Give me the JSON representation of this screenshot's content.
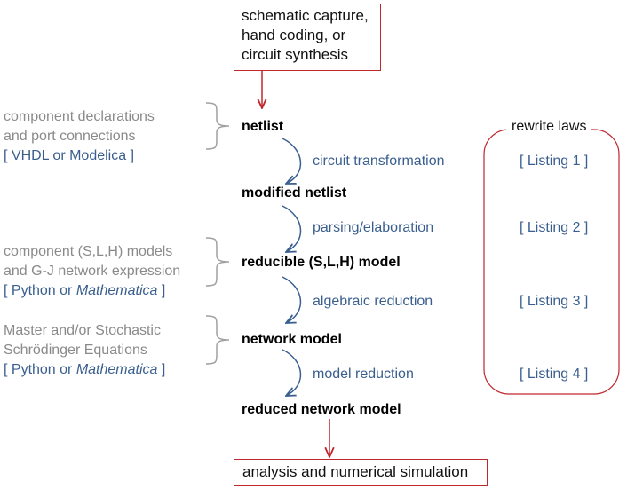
{
  "input_box": {
    "line1": "schematic capture,",
    "line2": "hand coding, or",
    "line3": "circuit synthesis"
  },
  "output_box": {
    "label": "analysis and numerical simulation"
  },
  "nodes": {
    "netlist": "netlist",
    "modified_netlist": "modified netlist",
    "reducible_model": "reducible (S,L,H) model",
    "network_model": "network model",
    "reduced_network_model": "reduced network model"
  },
  "steps": {
    "circuit_transformation": "circuit transformation",
    "parsing_elaboration": "parsing/elaboration",
    "algebraic_reduction": "algebraic reduction",
    "model_reduction": "model reduction"
  },
  "rewrite_laws": {
    "title": "rewrite laws",
    "listing1": "[ Listing 1 ]",
    "listing2": "[ Listing 2 ]",
    "listing3": "[ Listing 3 ]",
    "listing4": "[ Listing 4 ]"
  },
  "annotations": {
    "a1": {
      "line1": "component declarations",
      "line2": "and port connections",
      "lang": "[ VHDL or Modelica ]"
    },
    "a2": {
      "line1": "component (S,L,H) models",
      "line2": "and G-J network expression",
      "lang_prefix": "[ Python or ",
      "lang_italic": "Mathematica",
      "lang_suffix": " ]"
    },
    "a3": {
      "line1": "Master and/or Stochastic",
      "line2": "Schrödinger Equations",
      "lang_prefix": "[ Python or ",
      "lang_italic": "Mathematica",
      "lang_suffix": " ]"
    }
  },
  "colors": {
    "red": "#c0272d",
    "blue": "#3a5f8f",
    "gray": "#8a8a8a"
  }
}
